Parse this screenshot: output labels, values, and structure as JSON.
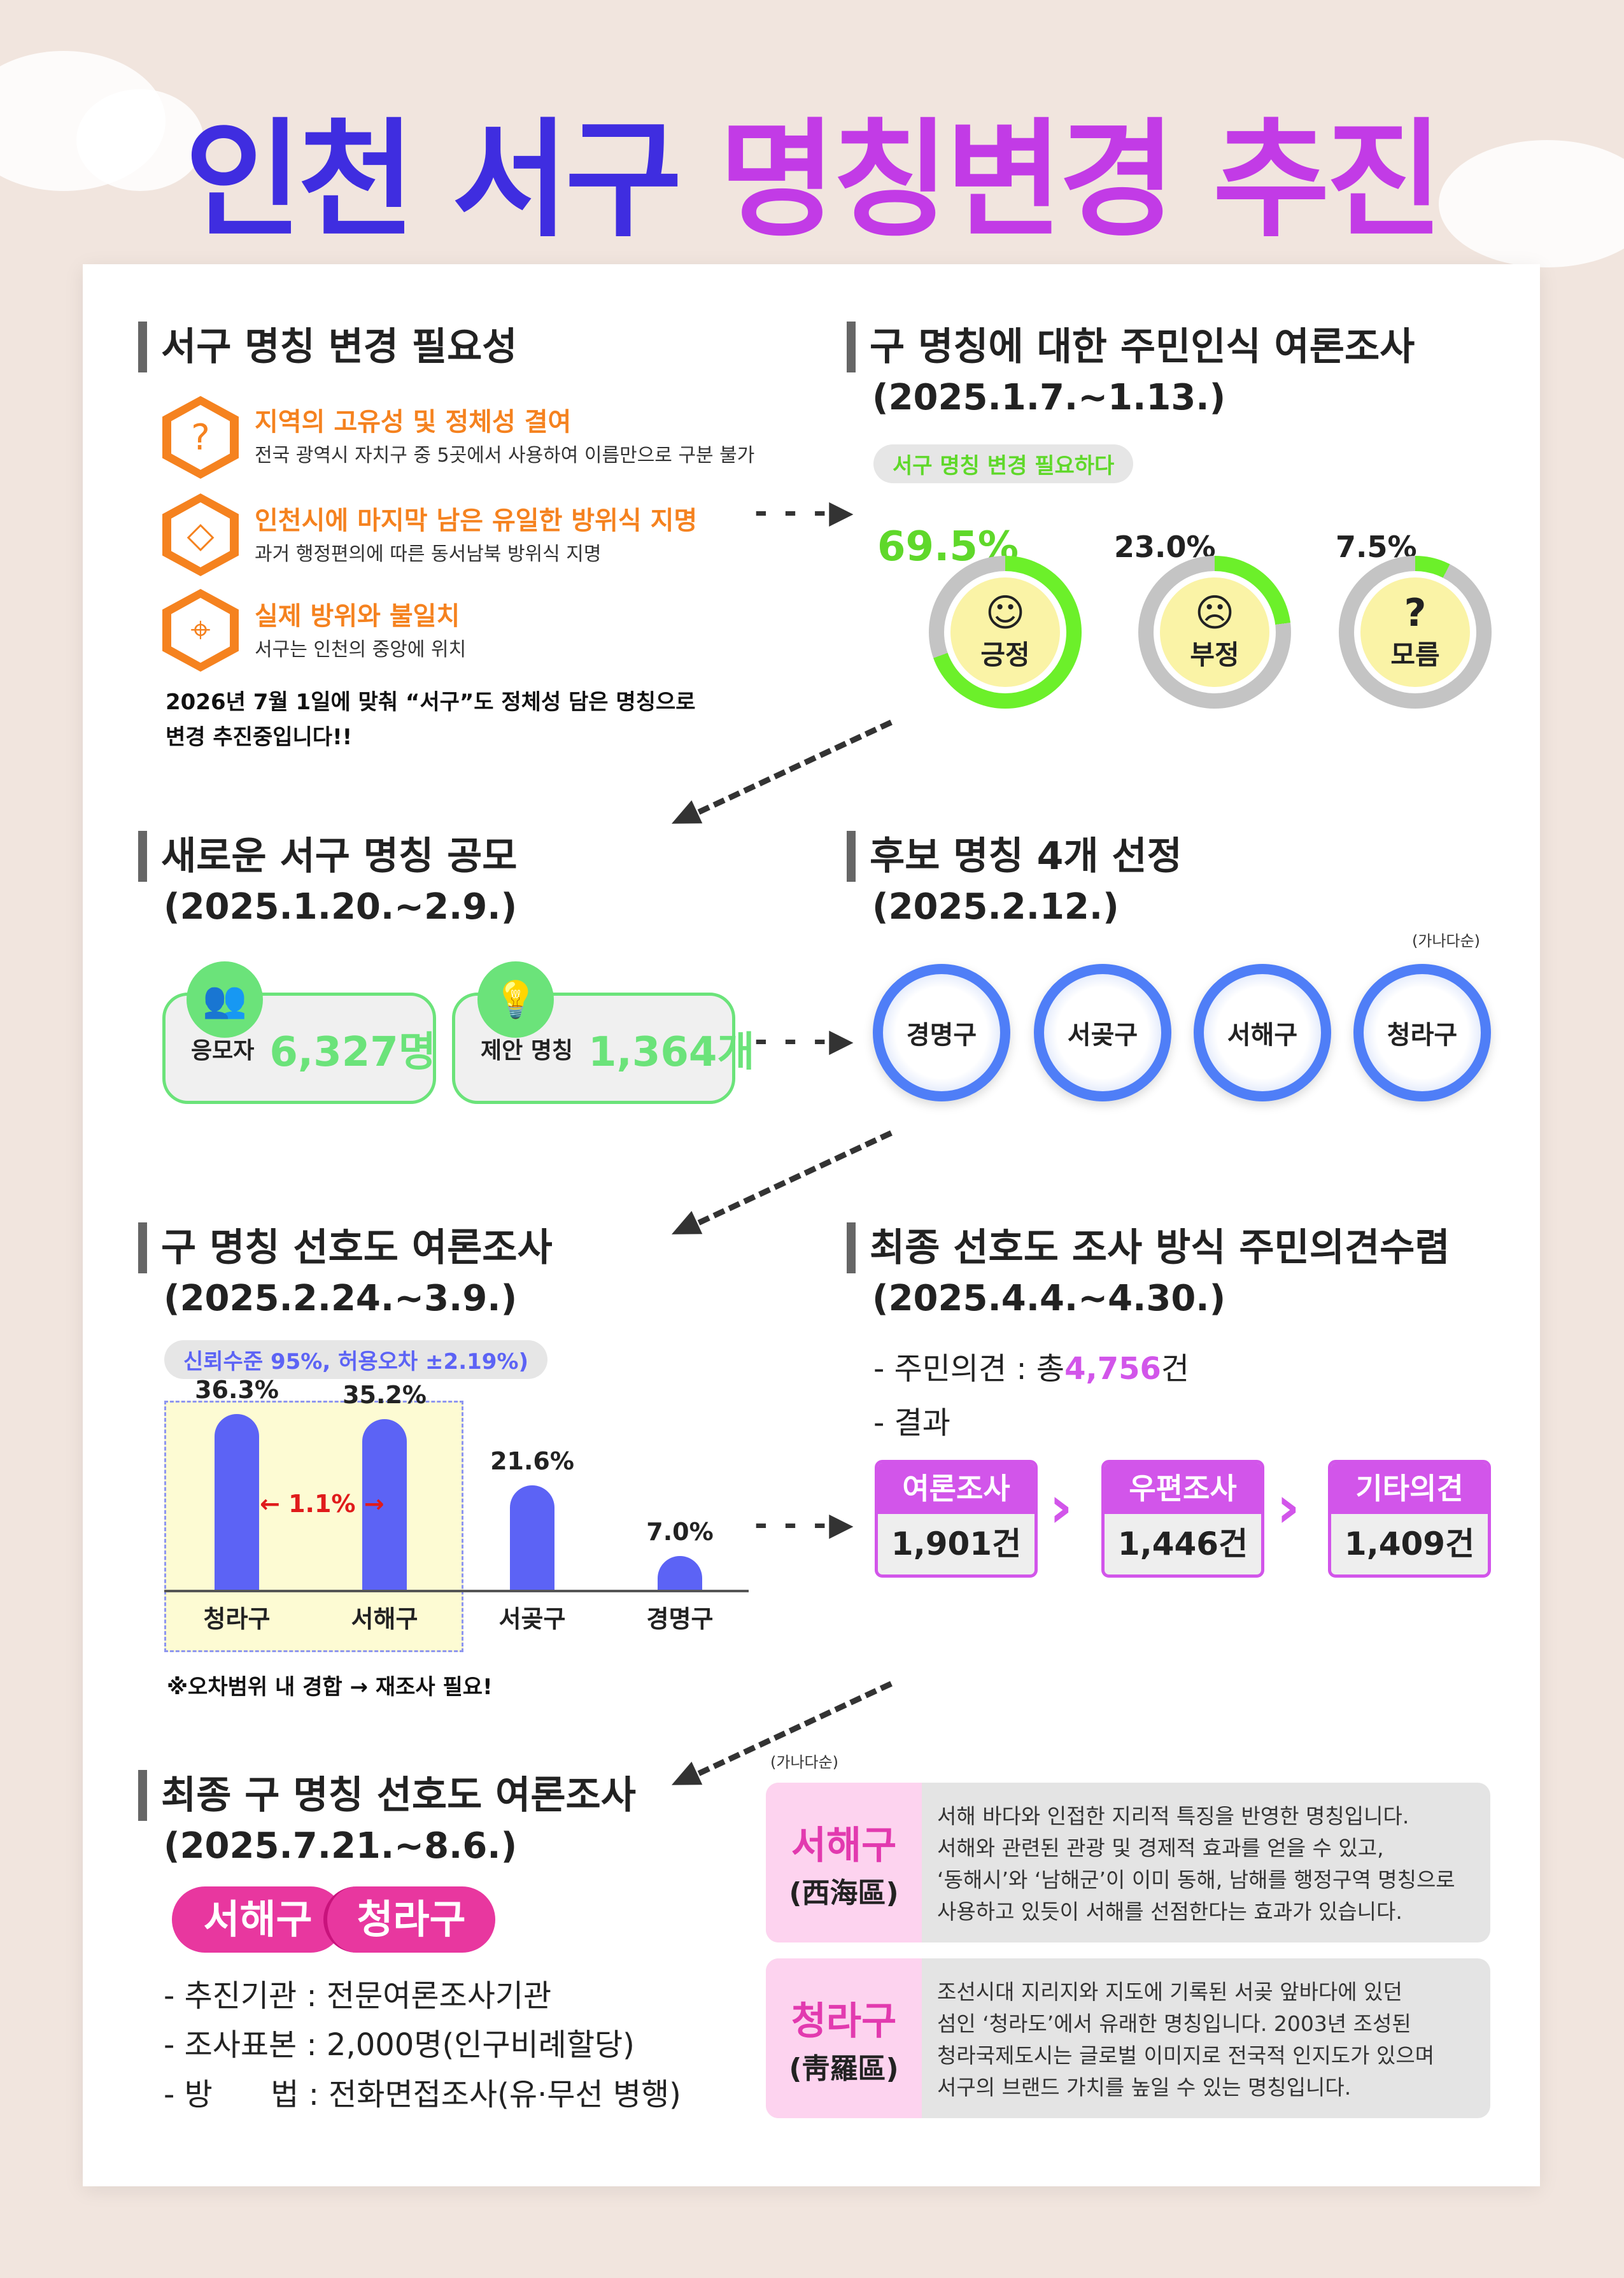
{
  "title": {
    "part1": "인천 서구",
    "part2": "명칭변경 추진"
  },
  "s1": {
    "heading": "서구 명칭 변경 필요성",
    "items": [
      {
        "title": "지역의 고유성 및 정체성 결여",
        "desc": "전국 광역시 자치구 중 5곳에서 사용하여 이름만으로 구분 불가"
      },
      {
        "title": "인천시에 마지막 남은 유일한 방위식 지명",
        "desc": "과거 행정편의에 따른 동서남북 방위식 지명"
      },
      {
        "title": "실제 방위와 불일치",
        "desc": "서구는 인천의 중앙에 위치"
      }
    ],
    "note1": "2026년 7월 1일에 맞춰 “서구”도 정체성 담은 명칭으로",
    "note2": "변경 추진중입니다!!"
  },
  "s2": {
    "heading": "구 명칭에 대한 주민인식 여론조사",
    "date": "(2025.1.7.~1.13.)",
    "pill": "서구 명칭 변경 필요하다",
    "results": [
      {
        "pct": "69.5%",
        "label": "긍정",
        "value": 69.5,
        "color": "#6cf02a"
      },
      {
        "pct": "23.0%",
        "label": "부정",
        "value": 23.0,
        "color": "#6cf02a"
      },
      {
        "pct": "7.5%",
        "label": "모름",
        "value": 7.5,
        "color": "#6cf02a"
      }
    ]
  },
  "s3": {
    "heading": "새로운 서구 명칭 공모",
    "date": "(2025.1.20.~2.9.)",
    "applicants_label": "응모자",
    "applicants": "6,327명",
    "proposals_label": "제안 명칭",
    "proposals": "1,364개"
  },
  "s4": {
    "heading": "후보 명칭 4개 선정",
    "date": "(2025.2.12.)",
    "order_note": "(가나다순)",
    "candidates": [
      "경명구",
      "서곶구",
      "서해구",
      "청라구"
    ]
  },
  "s5": {
    "heading": "구 명칭 선호도 여론조사",
    "date": "(2025.2.24.~3.9.)",
    "pill": "신뢰수준 95%, 허용오차 ±2.19%)",
    "gap": "← 1.1% →",
    "note": "※오차범위 내 경합 → 재조사 필요!"
  },
  "chart_data": {
    "type": "bar",
    "categories": [
      "청라구",
      "서해구",
      "서곶구",
      "경명구"
    ],
    "values": [
      36.3,
      35.2,
      21.6,
      7.0
    ],
    "labels": [
      "36.3%",
      "35.2%",
      "21.6%",
      "7.0%"
    ],
    "ylim": [
      0,
      40
    ],
    "color": "#5c63f5"
  },
  "s6": {
    "heading": "최종 선호도 조사 방식 주민의견수렴",
    "date": "(2025.4.4.~4.30.)",
    "opinion_prefix": "- 주민의견 : 총",
    "opinion_total": "4,756",
    "opinion_suffix": "건",
    "result": "- 결과",
    "methods": [
      {
        "label": "여론조사",
        "count": "1,901건"
      },
      {
        "label": "우편조사",
        "count": "1,446건"
      },
      {
        "label": "기타의견",
        "count": "1,409건"
      }
    ]
  },
  "s7": {
    "heading": "최종 구 명칭 선호도 여론조사",
    "date": "(2025.7.21.~8.6.)",
    "finalists": [
      "서해구",
      "청라구"
    ],
    "lines": [
      "- 추진기관 : 전문여론조사기관",
      "- 조사표본 : 2,000명(인구비례할당)",
      "- 방      법 : 전화면접조사(유·무선 병행)"
    ]
  },
  "names": {
    "order_note": "(가나다순)",
    "items": [
      {
        "name": "서해구",
        "hanja": "(西海區)",
        "desc": [
          "서해 바다와 인접한 지리적 특징을 반영한 명칭입니다.",
          "서해와 관련된 관광 및 경제적 효과를 얻을 수 있고,",
          "‘동해시’와 ‘남해군’이 이미 동해, 남해를 행정구역 명칭으로",
          "사용하고 있듯이 서해를 선점한다는 효과가 있습니다."
        ]
      },
      {
        "name": "청라구",
        "hanja": "(靑羅區)",
        "desc": [
          "조선시대 지리지와 지도에 기록된 서곶 앞바다에 있던",
          "섬인 ‘청라도’에서 유래한 명칭입니다. 2003년 조성된",
          "청라국제도시는 글로벌 이미지로 전국적 인지도가 있으며",
          "서구의 브랜드 가치를 높일 수 있는 명칭입니다."
        ]
      }
    ]
  }
}
